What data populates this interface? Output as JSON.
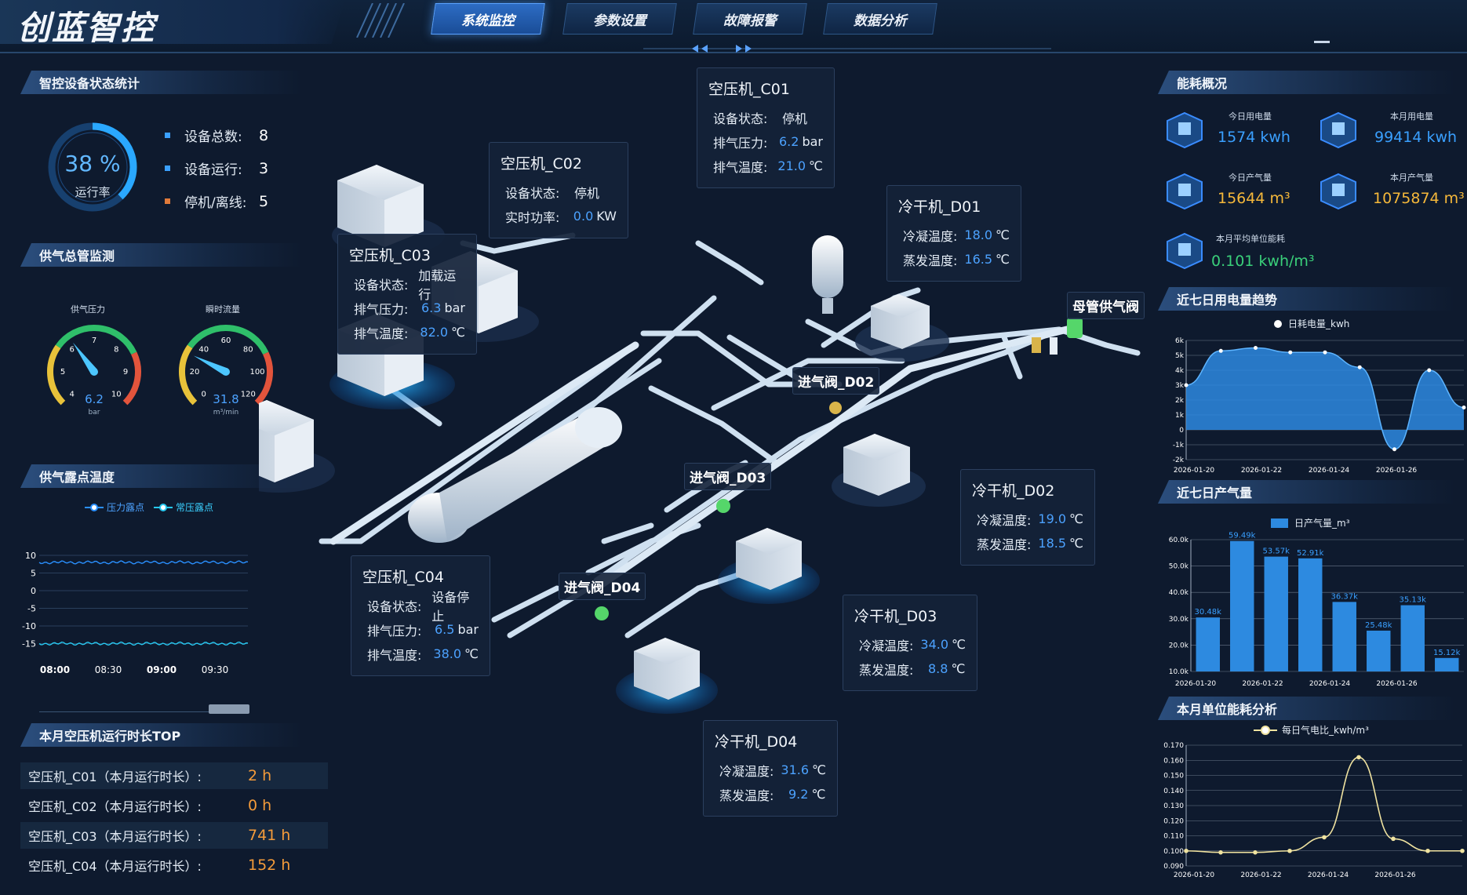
{
  "header": {
    "logo": "创蓝智控",
    "tabs": [
      {
        "label": "系统监控",
        "active": true
      },
      {
        "label": "参数设置",
        "active": false
      },
      {
        "label": "故障报警",
        "active": false
      },
      {
        "label": "数据分析",
        "active": false
      }
    ]
  },
  "device_status": {
    "title": "智控设备状态统计",
    "rate_value": "38 %",
    "rate_fraction": 0.38,
    "rate_label": "运行率",
    "items": [
      {
        "label": "设备总数:",
        "value": "8",
        "color": "#3aa0ff"
      },
      {
        "label": "设备运行:",
        "value": "3",
        "color": "#3aa0ff"
      },
      {
        "label": "停机/离线:",
        "value": "5",
        "color": "#e07a3a"
      }
    ]
  },
  "supply_main": {
    "title": "供气总管监测",
    "gauges": [
      {
        "label": "供气压力",
        "value": "6.2",
        "value_num": 6.2,
        "unit": "bar",
        "min": 4,
        "max": 10,
        "ticks": [
          "4",
          "5",
          "6",
          "7",
          "8",
          "9",
          "10"
        ]
      },
      {
        "label": "瞬时流量",
        "value": "31.8",
        "value_num": 31.8,
        "unit": "m³/min",
        "min": 0,
        "max": 120,
        "ticks": [
          "0",
          "20",
          "40",
          "60",
          "80",
          "100",
          "120"
        ]
      }
    ]
  },
  "dew_point": {
    "title": "供气露点温度",
    "legend": [
      "压力露点",
      "常压露点"
    ],
    "y_ticks": [
      "10",
      "5",
      "0",
      "-5",
      "-10",
      "-15"
    ],
    "x_ticks": [
      "08:00",
      "08:30",
      "09:00",
      "09:30"
    ]
  },
  "runtime": {
    "title": "本月空压机运行时长TOP",
    "items": [
      {
        "label": "空压机_C01（本月运行时长）:",
        "value": "2 h"
      },
      {
        "label": "空压机_C02（本月运行时长）:",
        "value": "0 h"
      },
      {
        "label": "空压机_C03（本月运行时长）:",
        "value": "741 h"
      },
      {
        "label": "空压机_C04（本月运行时长）:",
        "value": "152 h"
      }
    ]
  },
  "cards": {
    "c01": {
      "title": "空压机_C01",
      "rows": [
        {
          "k": "设备状态:",
          "v": "停机",
          "u": "",
          "plain": true
        },
        {
          "k": "排气压力:",
          "v": "6.2",
          "u": "bar"
        },
        {
          "k": "排气温度:",
          "v": "21.0",
          "u": "℃"
        }
      ]
    },
    "c02": {
      "title": "空压机_C02",
      "rows": [
        {
          "k": "设备状态:",
          "v": "停机",
          "u": "",
          "plain": true
        },
        {
          "k": "实时功率:",
          "v": "0.0",
          "u": "KW"
        }
      ]
    },
    "c03": {
      "title": "空压机_C03",
      "rows": [
        {
          "k": "设备状态:",
          "v": "加载运行",
          "u": "",
          "plain": true
        },
        {
          "k": "排气压力:",
          "v": "6.3",
          "u": "bar"
        },
        {
          "k": "排气温度:",
          "v": "82.0",
          "u": "℃"
        }
      ]
    },
    "c04": {
      "title": "空压机_C04",
      "rows": [
        {
          "k": "设备状态:",
          "v": "设备停止",
          "u": "",
          "plain": true
        },
        {
          "k": "排气压力:",
          "v": "6.5",
          "u": "bar"
        },
        {
          "k": "排气温度:",
          "v": "38.0",
          "u": "℃"
        }
      ]
    },
    "d01": {
      "title": "冷干机_D01",
      "rows": [
        {
          "k": "冷凝温度:",
          "v": "18.0",
          "u": "℃"
        },
        {
          "k": "蒸发温度:",
          "v": "16.5",
          "u": "℃"
        }
      ]
    },
    "d02": {
      "title": "冷干机_D02",
      "rows": [
        {
          "k": "冷凝温度:",
          "v": "19.0",
          "u": "℃"
        },
        {
          "k": "蒸发温度:",
          "v": "18.5",
          "u": "℃"
        }
      ]
    },
    "d03": {
      "title": "冷干机_D03",
      "rows": [
        {
          "k": "冷凝温度:",
          "v": "34.0",
          "u": "℃"
        },
        {
          "k": "蒸发温度:",
          "v": "8.8",
          "u": "℃"
        }
      ]
    },
    "d04": {
      "title": "冷干机_D04",
      "rows": [
        {
          "k": "冷凝温度:",
          "v": "31.6",
          "u": "℃"
        },
        {
          "k": "蒸发温度:",
          "v": "9.2",
          "u": "℃"
        }
      ]
    }
  },
  "valves": {
    "main": "母管供气阀",
    "d02": "进气阀_D02",
    "d03": "进气阀_D03",
    "d04": "进气阀_D04"
  },
  "energy": {
    "title": "能耗概况",
    "items": [
      {
        "label": "今日用电量",
        "value": "1574 kwh",
        "color": "#3aa0ff"
      },
      {
        "label": "本月用电量",
        "value": "99414 kwh",
        "color": "#3aa0ff"
      },
      {
        "label": "今日产气量",
        "value": "15644 m³",
        "color": "#f5b83a"
      },
      {
        "label": "本月产气量",
        "value": "1075874 m³",
        "color": "#f5b83a"
      },
      {
        "label": "本月平均单位能耗",
        "value": "0.101 kwh/m³",
        "color": "#3ad07a"
      }
    ]
  },
  "chart_data": [
    {
      "type": "area",
      "title": "近七日用电量趋势",
      "legend": "日耗电量_kwh",
      "y_ticks": [
        "6k",
        "5k",
        "4k",
        "3k",
        "2k",
        "1k",
        "0",
        "-1k",
        "-2k"
      ],
      "ylim": [
        -2000,
        6000
      ],
      "x_ticks": [
        "2026-01-20",
        "2026-01-22",
        "2026-01-24",
        "2026-01-26"
      ],
      "x": [
        "2026-01-19",
        "2026-01-20",
        "2026-01-21",
        "2026-01-22",
        "2026-01-23",
        "2026-01-24",
        "2026-01-25",
        "2026-01-26",
        "2026-01-27"
      ],
      "values": [
        3000,
        5300,
        5500,
        5200,
        5200,
        4200,
        -1300,
        4000,
        1500
      ]
    },
    {
      "type": "bar",
      "title": "近七日产气量",
      "legend": "日产气量_m³",
      "y_ticks": [
        "60.0k",
        "50.0k",
        "40.0k",
        "30.0k",
        "20.0k",
        "10.0k"
      ],
      "ylim": [
        10000,
        60000
      ],
      "x_ticks": [
        "2026-01-20",
        "2026-01-22",
        "2026-01-24",
        "2026-01-26"
      ],
      "categories": [
        "2026-01-20",
        "2026-01-21",
        "2026-01-22",
        "2026-01-23",
        "2026-01-24",
        "2026-01-25",
        "2026-01-26",
        "2026-01-27"
      ],
      "values": [
        30480,
        59490,
        53570,
        52910,
        36370,
        25480,
        35130,
        15120
      ],
      "labels": [
        "30.48k",
        "59.49k",
        "53.57k",
        "52.91k",
        "36.37k",
        "25.48k",
        "35.13k",
        "15.12k"
      ]
    },
    {
      "type": "line",
      "title": "本月单位能耗分析",
      "legend": "每日气电比_kwh/m³",
      "y_ticks": [
        "0.170",
        "0.160",
        "0.150",
        "0.140",
        "0.130",
        "0.120",
        "0.110",
        "0.100",
        "0.090"
      ],
      "ylim": [
        0.09,
        0.17
      ],
      "x_ticks": [
        "2026-01-20",
        "2026-01-22",
        "2026-01-24",
        "2026-01-26"
      ],
      "x": [
        "2026-01-19",
        "2026-01-20",
        "2026-01-21",
        "2026-01-22",
        "2026-01-23",
        "2026-01-24",
        "2026-01-25",
        "2026-01-26",
        "2026-01-27"
      ],
      "values": [
        0.1,
        0.099,
        0.099,
        0.1,
        0.109,
        0.162,
        0.108,
        0.1,
        0.1
      ]
    }
  ]
}
